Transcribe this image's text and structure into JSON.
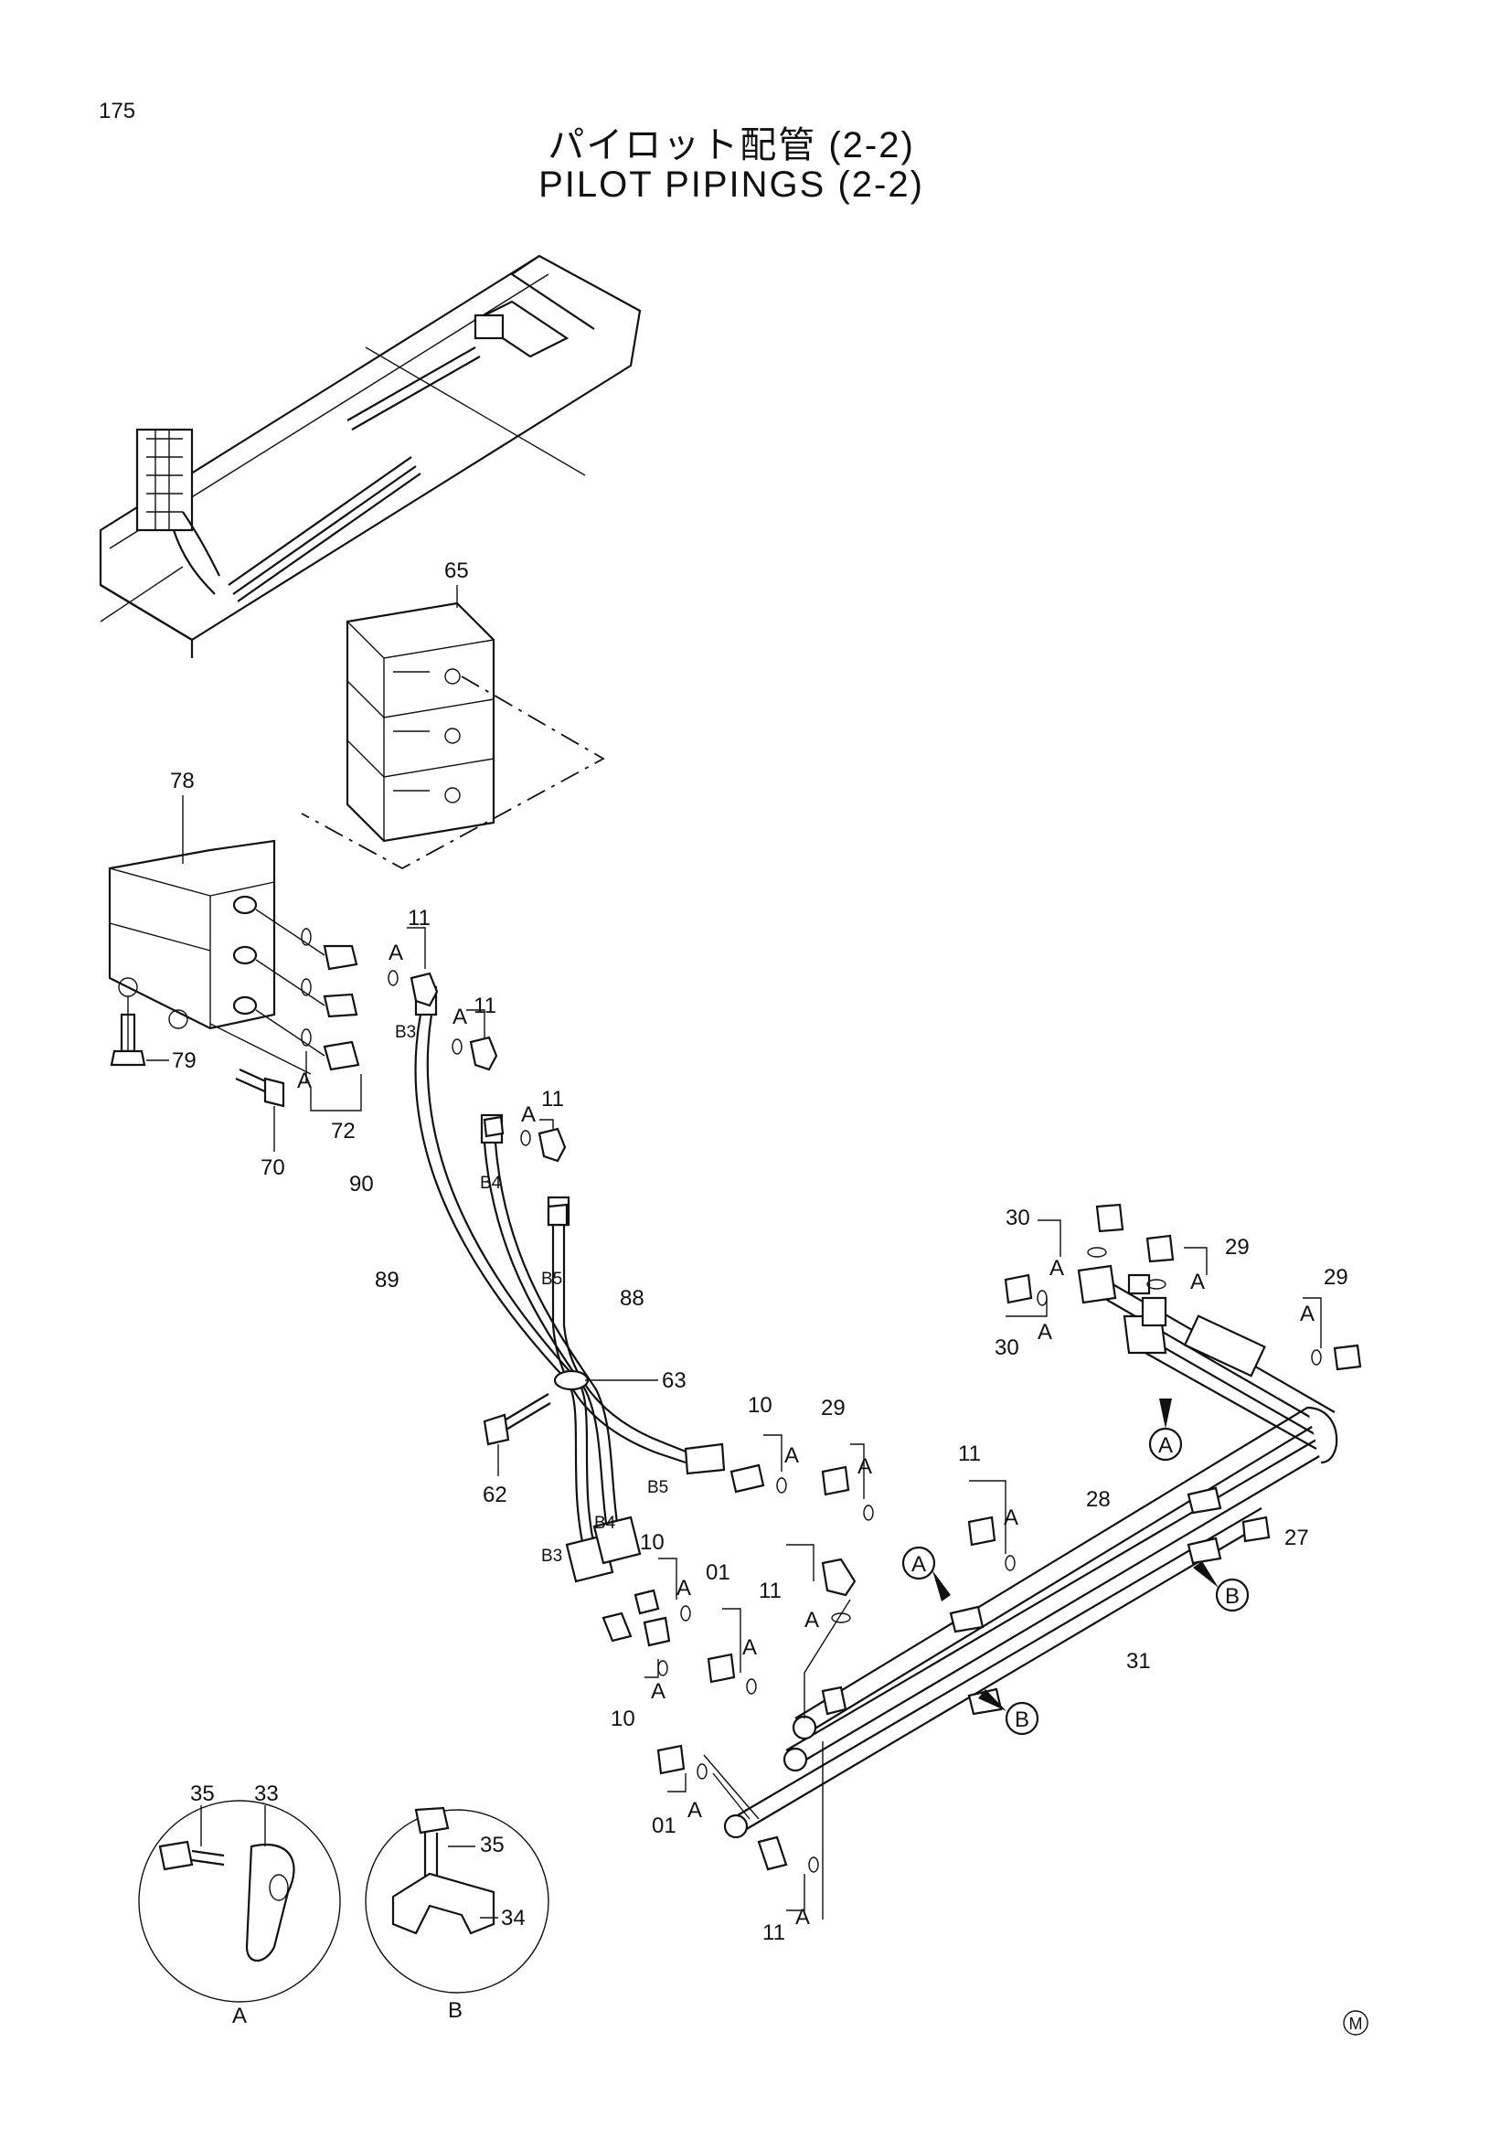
{
  "page_number": "175",
  "title_jp": "パイロット配管 (2-2)",
  "title_en": "PILOT PIPINGS (2-2)",
  "mark": "M",
  "callouts": {
    "c65": "65",
    "c78": "78",
    "c79": "79",
    "c70": "70",
    "c72": "72",
    "c90": "90",
    "c89": "89",
    "c88": "88",
    "c63": "63",
    "c62": "62",
    "c11a": "11",
    "c11b": "11",
    "c11c": "11",
    "c11d": "11",
    "c11e": "11",
    "c11f": "11",
    "c10a": "10",
    "c10b": "10",
    "c10c": "10",
    "c29a": "29",
    "c29b": "29",
    "c29c": "29",
    "c30a": "30",
    "c30b": "30",
    "c01a": "01",
    "c01b": "01",
    "c28": "28",
    "c27": "27",
    "c31": "31",
    "c35a": "35",
    "c33": "33",
    "c35b": "35",
    "c34": "34"
  },
  "port_labels": {
    "b3a": "B3",
    "b4a": "B4",
    "b5a": "B5",
    "b5b": "B5",
    "b4b": "B4",
    "b3b": "B3"
  },
  "seal_label": "A",
  "view_markers": {
    "a1": "A",
    "a2": "A",
    "b1": "B",
    "b2": "B"
  },
  "detail_views": {
    "view_a_label": "A",
    "view_b_label": "B"
  }
}
